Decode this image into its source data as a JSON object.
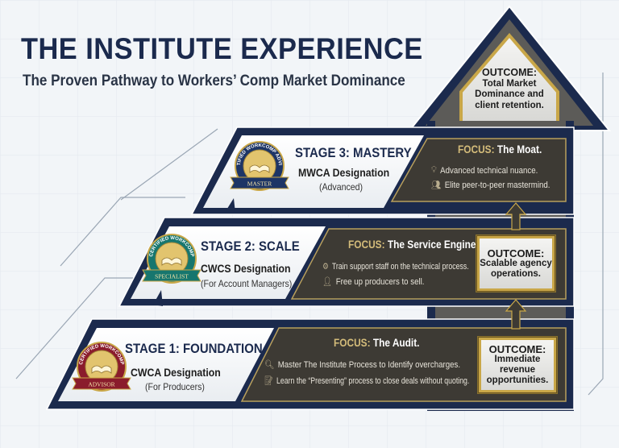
{
  "header": {
    "title": "THE INSTITUTE EXPERIENCE",
    "subtitle": "The Proven Pathway to Workers’ Comp Market Dominance"
  },
  "colors": {
    "navy": "#1b2a4d",
    "panel": "#3d3a34",
    "gold": "#c9a748",
    "background": "#f2f5f8"
  },
  "top_outcome": {
    "label": "OUTCOME:",
    "text": "Total Market Dominance and client retention."
  },
  "stages": [
    {
      "title": "STAGE 1: FOUNDATION",
      "designation": "CWCA Designation",
      "audience": "(For Producers)",
      "badge": {
        "arc": "CERTIFIED WORKCOMP",
        "ribbon": "ADVISOR",
        "color": "#8a1c2c"
      },
      "focus_label": "FOCUS:",
      "focus": "The Audit.",
      "items": [
        {
          "icon": "magnifier-icon",
          "text": "Master The Institute Process to Identify overcharges."
        },
        {
          "icon": "document-edit-icon",
          "text": "Learn the “Presenting” process to close deals without quoting."
        }
      ],
      "outcome_label": "OUTCOME:",
      "outcome": "Immediate revenue opportunities."
    },
    {
      "title": "STAGE 2: SCALE",
      "designation": "CWCS Designation",
      "audience": "(For Account Managers)",
      "badge": {
        "arc": "CERTIFIED WORKCOMP",
        "ribbon": "SPECIALIST",
        "color": "#17766e"
      },
      "focus_label": "FOCUS:",
      "focus": "The Service Engine.",
      "items": [
        {
          "icon": "gear-icon",
          "text": "Train support staff on the technical process."
        },
        {
          "icon": "person-icon",
          "text": "Free up producers to sell."
        }
      ],
      "outcome_label": "OUTCOME:",
      "outcome": "Scalable agency operations."
    },
    {
      "title": "STAGE 3: MASTERY",
      "designation": "MWCA Designation",
      "audience": "(Advanced)",
      "badge": {
        "arc": "CERTIFIED WORKCOMP ADVISOR",
        "ribbon": "MASTER",
        "color": "#1d3566"
      },
      "focus_label": "FOCUS:",
      "focus": "The Moat.",
      "items": [
        {
          "icon": "lightbulb-icon",
          "text": "Advanced technical nuance."
        },
        {
          "icon": "group-icon",
          "text": "Elite peer-to-peer mastermind."
        }
      ]
    }
  ]
}
